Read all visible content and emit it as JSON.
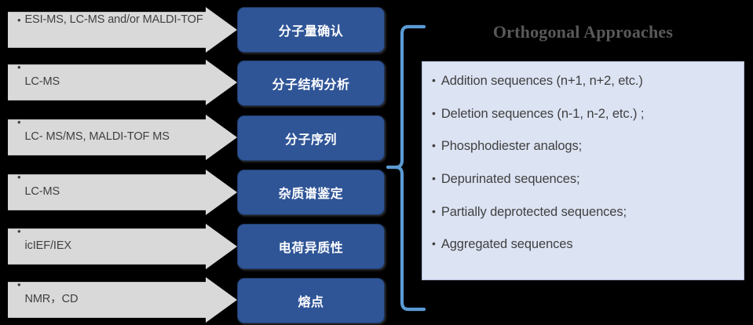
{
  "diagram": {
    "rows": [
      {
        "method": "ESI-MS, LC-MS and/or MALDI-TOF",
        "attribute": "分子量确认"
      },
      {
        "method": "LC-MS",
        "attribute": "分子结构分析"
      },
      {
        "method": "LC- MS/MS, MALDI-TOF MS",
        "attribute": "分子序列"
      },
      {
        "method": "LC-MS",
        "attribute": "杂质谱鉴定"
      },
      {
        "method": "icIEF/IEX",
        "attribute": "电荷异质性"
      },
      {
        "method": "NMR，CD",
        "attribute": "熔点"
      }
    ],
    "bullet_glyph": "•",
    "panel": {
      "title": "Orthogonal Approaches",
      "items": [
        "Addition sequences (n+1, n+2, etc.)",
        "Deletion sequences (n-1, n-2, etc.) ;",
        "Phosphodiester analogs;",
        "Depurinated sequences;",
        "Partially deprotected sequences;",
        "Aggregated sequences"
      ]
    },
    "colors": {
      "background": "#000000",
      "arrow_fill": "#D9D9D9",
      "arrow_text": "#3F3F3F",
      "box_fill": "#2F5597",
      "box_border": "#1F3864",
      "box_text": "#FFFFFF",
      "brace": "#5B9BD5",
      "panel_fill": "#DCE3F3",
      "panel_border": "#AEB8D4",
      "panel_text": "#404040",
      "title_text": "#595959"
    }
  }
}
